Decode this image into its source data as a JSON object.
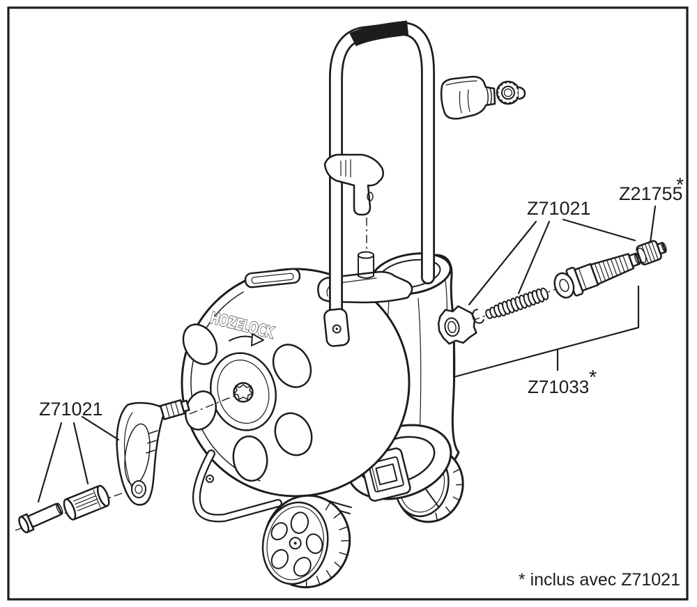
{
  "diagram": {
    "brand_logo": "HOZELOCK",
    "labels": {
      "handle_kit": "Z71021",
      "connector_kit": "Z71021",
      "tap_connector": "Z21755",
      "connector_assembly": "Z71033",
      "included_marker": "*"
    },
    "footnote": "* inclus avec Z71021"
  }
}
